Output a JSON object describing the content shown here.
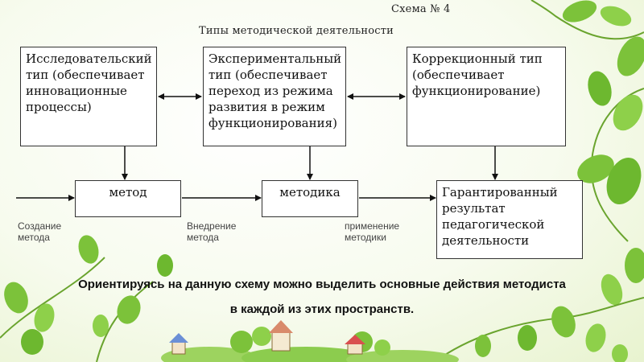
{
  "header": {
    "scheme": "Схема № 4",
    "title": "Типы методической деятельности"
  },
  "types": [
    {
      "text": "Исследовательский тип (обеспечивает инновационные процессы)"
    },
    {
      "text": "Экспериментальный тип (обеспечивает переход из режима развития в режим функционирования)"
    },
    {
      "text": "Коррекционный тип (обеспечивает функционирование)"
    }
  ],
  "process": {
    "method": "метод",
    "methodology": "методика",
    "result": "Гарантированный результат педагогической деятельности"
  },
  "stages": {
    "creation": "Создание метода",
    "implementation": "Внедрение метода",
    "application": "применение методики"
  },
  "conclusion": {
    "line1": "Ориентируясь на данную схему можно выделить основные действия методиста",
    "line2": "в каждой из этих пространств."
  },
  "colors": {
    "leaf": "#7cc23a",
    "leaf_dark": "#4e9a1f",
    "stem": "#6aa42e"
  }
}
